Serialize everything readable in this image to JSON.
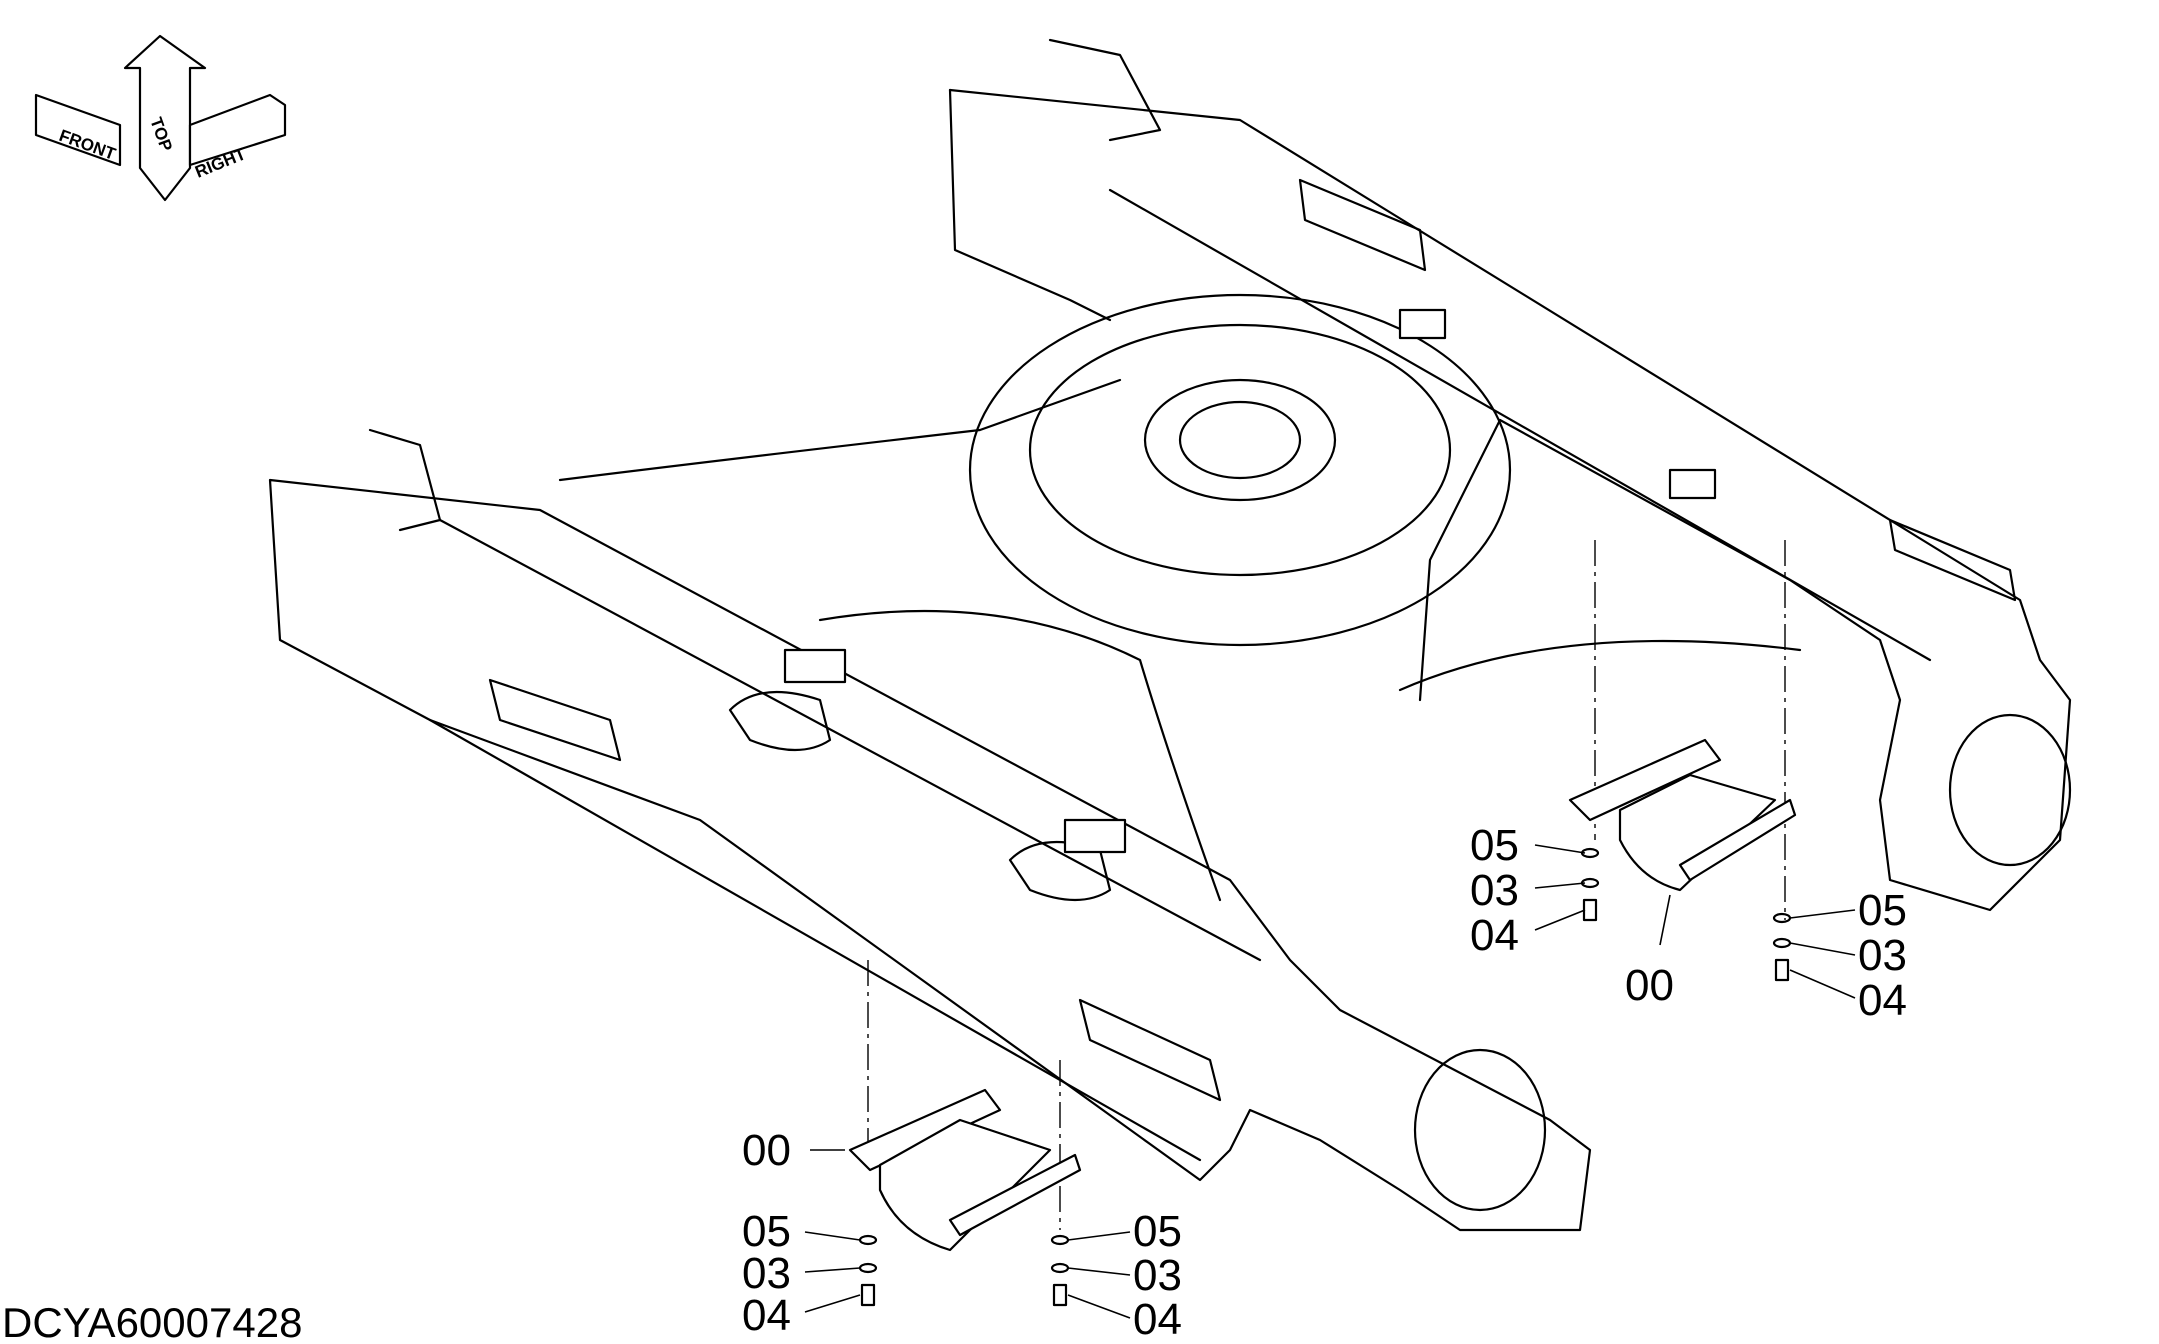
{
  "drawing": {
    "code": "DCYA60007428"
  },
  "orientation": {
    "top": "TOP",
    "front": "FRONT",
    "right": "RIGHT"
  },
  "callouts": {
    "front_assembly": {
      "bracket": "00",
      "washer_a": "05",
      "washer_b": "05",
      "washer_c": "03",
      "washer_d": "03",
      "bolt_a": "04",
      "bolt_b": "04"
    },
    "rear_assembly": {
      "bracket": "00",
      "washer_a": "05",
      "washer_b": "05",
      "washer_c": "03",
      "washer_d": "03",
      "bolt_a": "04",
      "bolt_b": "04"
    }
  }
}
